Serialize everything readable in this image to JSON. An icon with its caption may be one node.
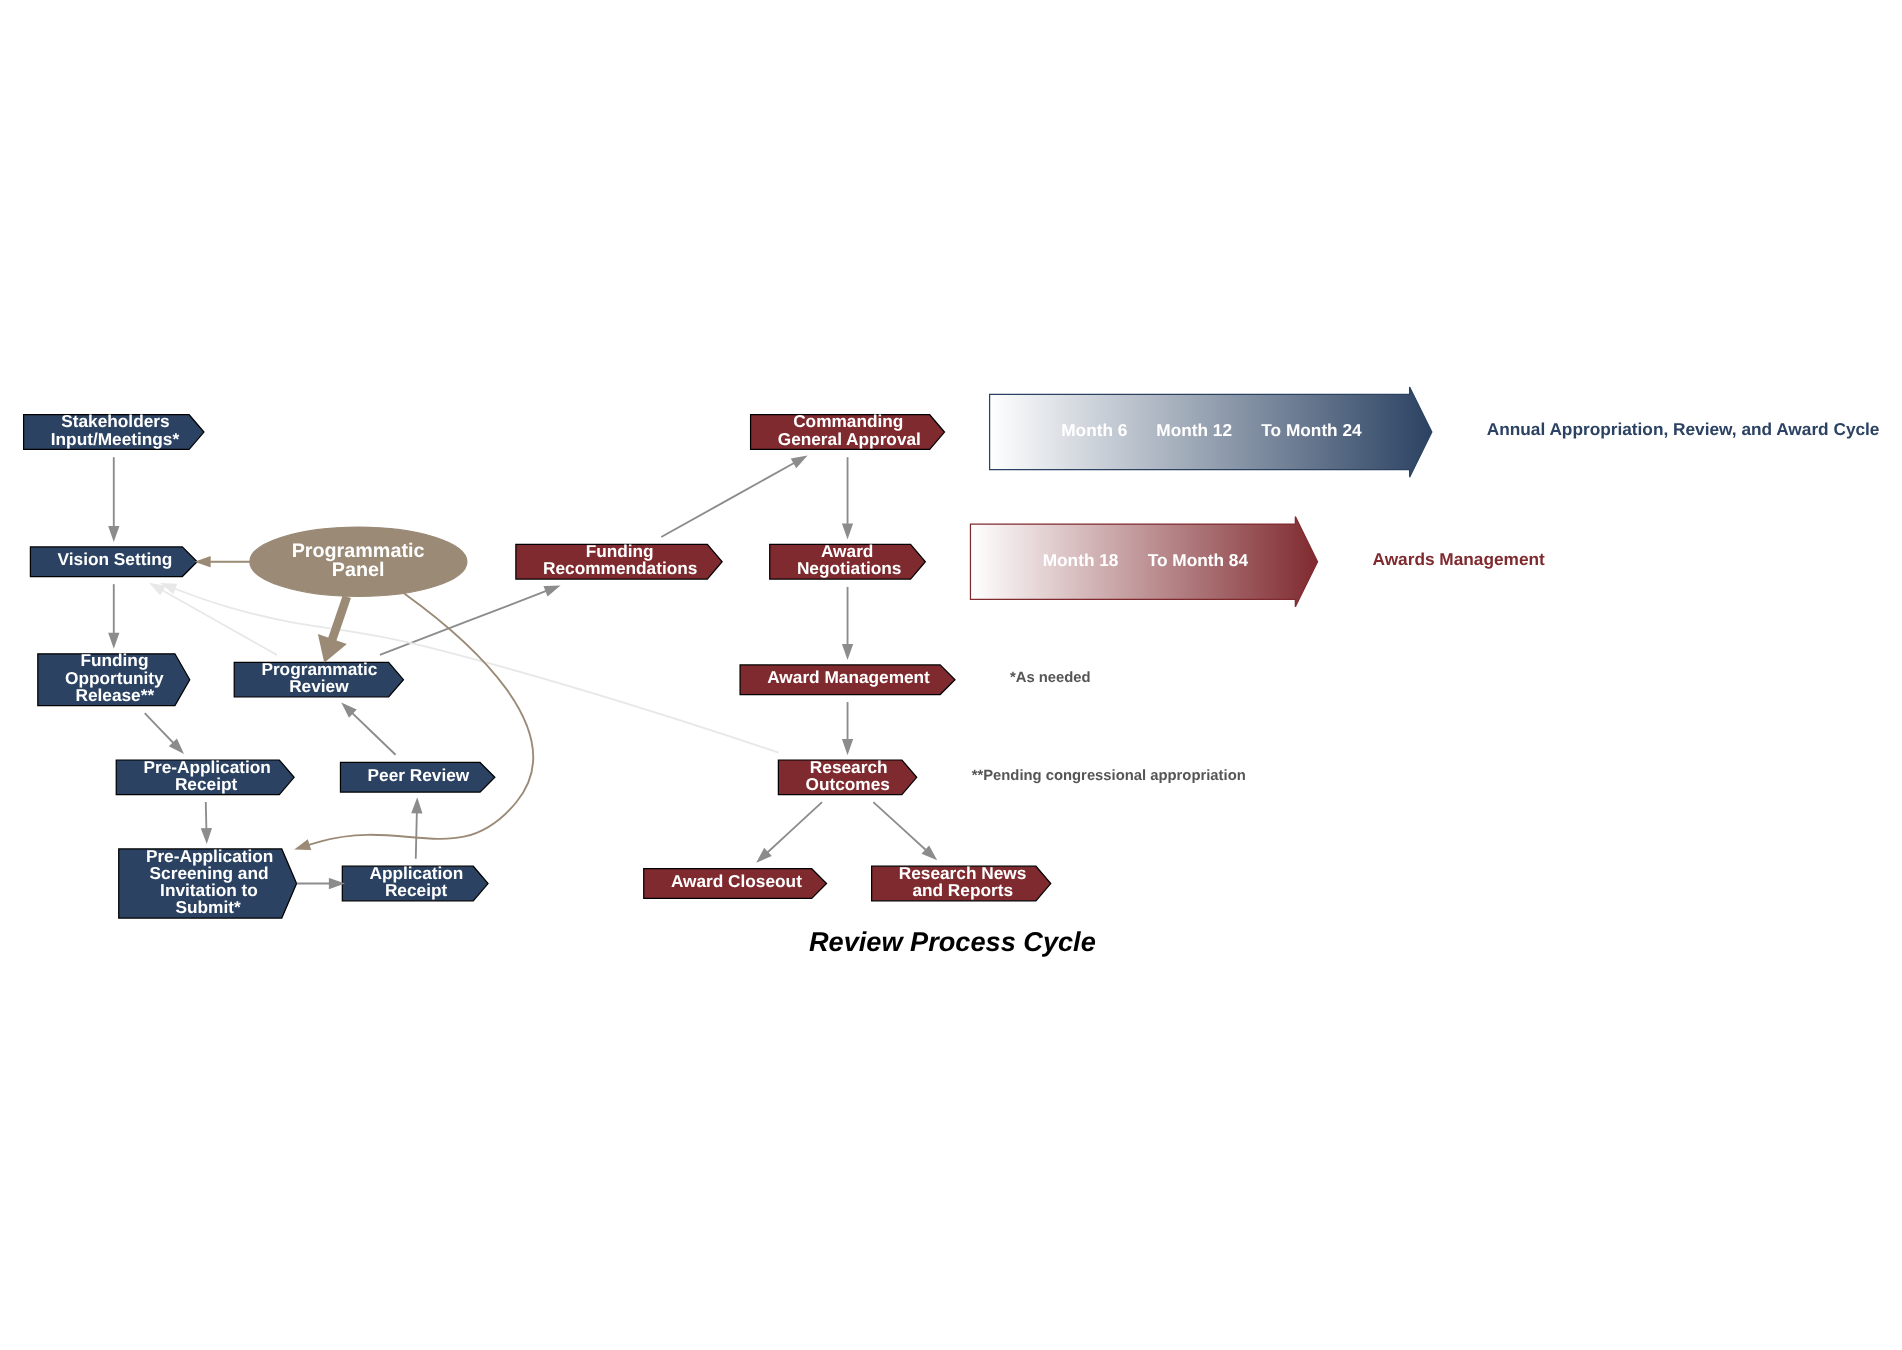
{
  "diagram": {
    "caption": "Review Process Cycle",
    "nodes": [
      {
        "text": [
          "Stakeholders Input/Meetings*"
        ]
      },
      {
        "text": [
          "Vision Setting"
        ]
      },
      {
        "text": [
          "Funding Opportunity Release**"
        ]
      },
      {
        "text": [
          "Pre-Application Receipt"
        ]
      },
      {
        "text": [
          "Pre-Application Screening and Invitation to Submit*"
        ]
      },
      {
        "text": [
          "Application Receipt"
        ]
      },
      {
        "text": [
          "Peer Review"
        ]
      },
      {
        "text": [
          "Programmatic Review"
        ]
      },
      {
        "text": [
          "Funding Recommendations"
        ]
      },
      {
        "text": [
          "Commanding General Approval"
        ]
      },
      {
        "text": [
          "Award Negotiations"
        ]
      },
      {
        "text": [
          "Award Management"
        ]
      },
      {
        "text": [
          "Research Outcomes"
        ]
      },
      {
        "text": [
          "Award Closeout"
        ]
      },
      {
        "text": [
          "Research News and Reports"
        ]
      },
      {
        "text": [
          "Programmatic Panel"
        ]
      },
      {
        "text": [
          "Month 6",
          "Month 12",
          "To Month 24"
        ],
        "beside": [
          "Annual Appropriation, Review, and Award Cycle"
        ]
      },
      {
        "text": [
          "Month 18",
          "To Month 84"
        ],
        "beside": [
          "Awards Management"
        ]
      }
    ],
    "edges": [
      {
        "from": 0,
        "to": 1,
        "arrow": "to"
      },
      {
        "from": 1,
        "to": 2,
        "arrow": "to"
      },
      {
        "from": 2,
        "to": 3,
        "arrow": "to"
      },
      {
        "from": 3,
        "to": 4,
        "arrow": "to"
      },
      {
        "from": 4,
        "to": 5,
        "arrow": "to"
      },
      {
        "from": 5,
        "to": 6,
        "arrow": "to"
      },
      {
        "from": 6,
        "to": 7,
        "arrow": "to"
      },
      {
        "from": 7,
        "to": 8,
        "arrow": "to"
      },
      {
        "from": 8,
        "to": 9,
        "arrow": "to"
      },
      {
        "from": 9,
        "to": 10,
        "arrow": "to"
      },
      {
        "from": 10,
        "to": 11,
        "arrow": "to"
      },
      {
        "from": 11,
        "to": 12,
        "arrow": "to"
      },
      {
        "from": 12,
        "to": 13,
        "arrow": "to"
      },
      {
        "from": 12,
        "to": 14,
        "arrow": "to"
      },
      {
        "from": 15,
        "to": 1,
        "arrow": "to",
        "color": "#9a8a76"
      },
      {
        "from": 15,
        "to": 4,
        "arrow": "to",
        "color": "#9a8a76"
      },
      {
        "from": 15,
        "to": 7,
        "arrow": "to",
        "style": "thick",
        "color": "#9a8a76"
      },
      {
        "from": 7,
        "to": 1,
        "arrow": "to",
        "color": "#e8e8e8"
      },
      {
        "from": 12,
        "to": 1,
        "arrow": "to",
        "color": "#e8e8e8"
      }
    ],
    "labels": [
      "*As needed",
      "**Pending congressional appropriation"
    ]
  }
}
